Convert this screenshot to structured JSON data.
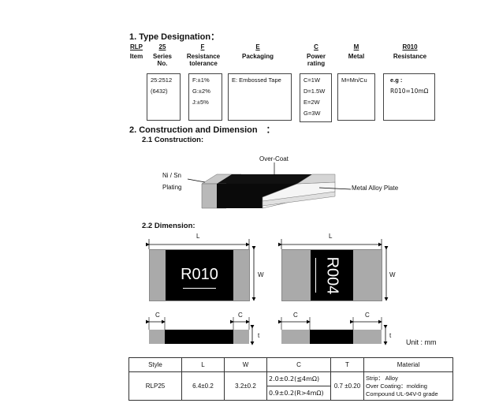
{
  "section1": {
    "title": "1. Type Designation："
  },
  "designation": {
    "codes": [
      "RLP",
      "25",
      "F",
      "E",
      "C",
      "M",
      "R010"
    ],
    "headers": [
      "Item",
      "Series\nNo.",
      "Resistance\ntolerance",
      "Packaging",
      "Power\nrating",
      "Metal",
      "Resistance"
    ],
    "series_lines": [
      "25:2512",
      "(6432)"
    ],
    "tolerance_lines": [
      "F:±1%",
      "G:±2%",
      "J:±5%"
    ],
    "packaging_lines": [
      "E: Embossed Tape"
    ],
    "power_lines": [
      "C=1W",
      "D=1.5W",
      "E=2W",
      "G=3W"
    ],
    "metal_lines": [
      "M=Mn/Cu"
    ],
    "resistance_lines": [
      "e.g :",
      "R010=10mΩ"
    ]
  },
  "section2": {
    "title": "2. Construction and Dimension　：",
    "sub1": "2.1 Construction:",
    "sub2": "2.2 Dimension:"
  },
  "construction": {
    "overcoat": "Over-Coat",
    "nisn_1": "Ni / Sn",
    "nisn_2": "Plating",
    "metal_alloy": "Metal Alloy Plate"
  },
  "dimension": {
    "L": "L",
    "W": "W",
    "C": "C",
    "t": "t",
    "marking_left": "R010",
    "marking_right": "R004",
    "unit": "Unit : mm"
  },
  "table": {
    "headers": [
      "Style",
      "L",
      "W",
      "C",
      "T",
      "Material"
    ],
    "style": "RLP25",
    "L": "6.4±0.2",
    "W": "3.2±0.2",
    "C1": "2.0±0.2(≦4mΩ)",
    "C2": "0.9±0.2(R>4mΩ)",
    "T": "0.7 ±0.20",
    "material": [
      "Strip： Alloy",
      "Over Coating：molding",
      "Compound UL-94V-0 grade"
    ]
  }
}
